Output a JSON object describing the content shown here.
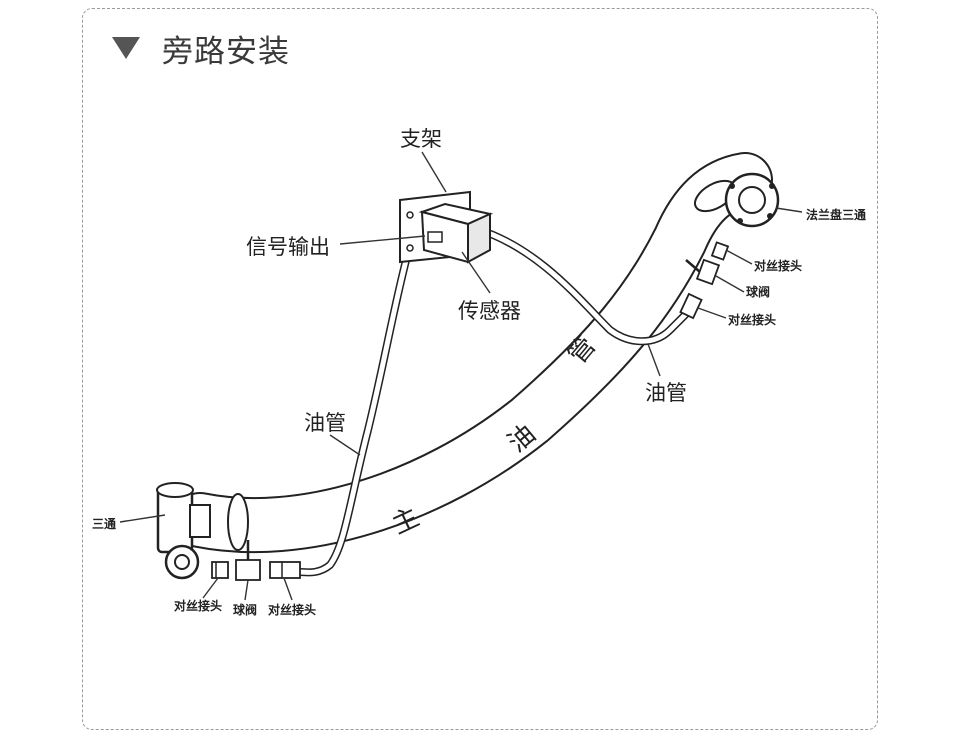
{
  "title": "旁路安装",
  "labels": {
    "bracket": "支架",
    "signal_output": "信号输出",
    "sensor": "传感器",
    "oil_pipe_left": "油管",
    "oil_pipe_right": "油管",
    "flange_tee": "法兰盘三通",
    "union_top": "对丝接头",
    "ball_valve_right": "球阀",
    "union_right_bottom": "对丝接头",
    "tee_left": "三通",
    "union_left": "对丝接头",
    "ball_valve_left": "球阀",
    "union_middle": "对丝接头",
    "main_pipe_char1": "主",
    "main_pipe_char2": "油",
    "main_pipe_char3": "管"
  },
  "colors": {
    "line": "#222222",
    "pipe_fill": "#ffffff",
    "border": "#9a9a9a"
  }
}
